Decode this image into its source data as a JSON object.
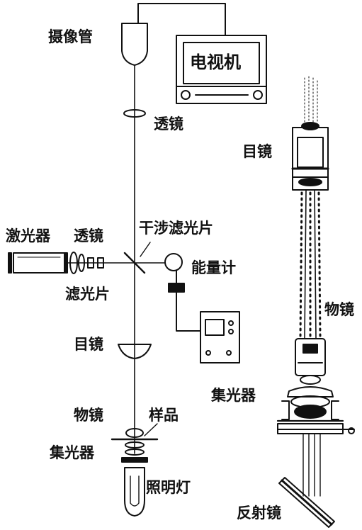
{
  "labels": {
    "camera_tube": "摄像管",
    "television": "电视机",
    "lens_upper": "透镜",
    "laser": "激光器",
    "lens_laser": "透镜",
    "interference_filter": "干涉滤光片",
    "energy_meter": "能量计",
    "filter": "滤光片",
    "eyepiece_left": "目镜",
    "objective_left": "物镜",
    "sample": "样品",
    "condenser_left": "集光器",
    "lamp": "照明灯",
    "eyepiece_right": "目镜",
    "objective_right": "物镜",
    "condenser_right": "集光器",
    "mirror": "反射镜"
  },
  "colors": {
    "ink": "#111111",
    "paper": "#ffffff"
  }
}
